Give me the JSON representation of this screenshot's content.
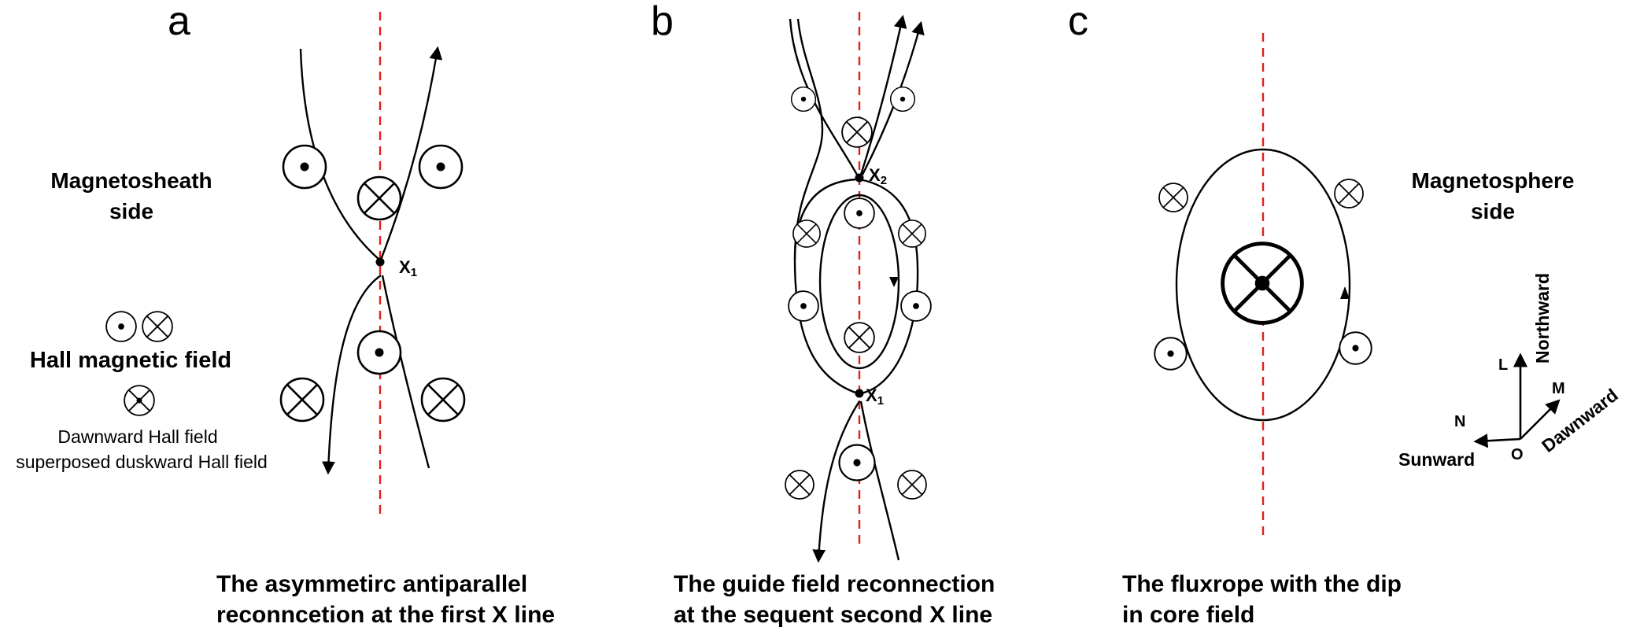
{
  "panels": {
    "a": {
      "letter": "a",
      "caption_line1": "The asymmetirc antiparallel",
      "caption_line2": "reconncetion at the first X line",
      "xline_main": "X",
      "xline_sub": "1"
    },
    "b": {
      "letter": "b",
      "caption_line1": "The guide field reconnection",
      "caption_line2": "at the sequent second X line",
      "x1_main": "X",
      "x1_sub": "1",
      "x2_main": "X",
      "x2_sub": "2"
    },
    "c": {
      "letter": "c",
      "caption_line1": "The fluxrope with the dip",
      "caption_line2": "in core field"
    }
  },
  "left_side": {
    "line1": "Magnetosheath",
    "line2": "side"
  },
  "right_side": {
    "line1": "Magnetosphere",
    "line2": "side"
  },
  "legend": {
    "hall_title": "Hall magnetic field",
    "combined_line1": "Dawnward Hall field",
    "combined_line2": "superposed duskward Hall field"
  },
  "axes": {
    "L": "L",
    "M": "M",
    "N": "N",
    "O": "O",
    "northward": "Northward",
    "dawnward": "Dawnward",
    "sunward": "Sunward"
  },
  "colors": {
    "dashed_line": "#e0201b",
    "lines": "#000000"
  }
}
